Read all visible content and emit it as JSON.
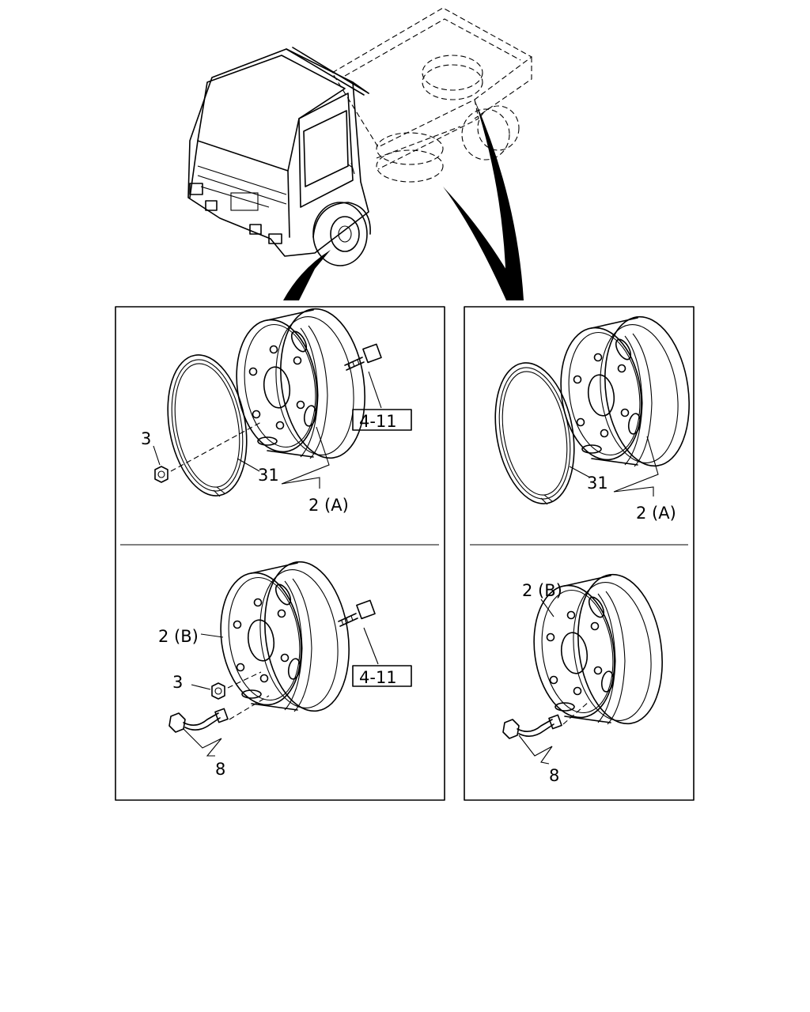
{
  "panels": {
    "left": {
      "upper": {
        "nut": "3",
        "ring": "31",
        "wheel": "2 (A)",
        "ref": "4-11"
      },
      "lower": {
        "wheel": "2 (B)",
        "nut": "3",
        "valve": "8",
        "ref": "4-11"
      }
    },
    "right": {
      "upper": {
        "ring": "31",
        "wheel": "2 (A)"
      },
      "lower": {
        "wheel": "2 (B)",
        "valve": "8"
      }
    }
  },
  "icons": [
    "truck-illustration-icon",
    "wheel-rim-icon",
    "lock-ring-icon",
    "wheel-nut-icon",
    "hub-bolt-icon",
    "valve-extension-icon"
  ],
  "colors": {
    "ink": "#000000",
    "paper": "#ffffff"
  }
}
